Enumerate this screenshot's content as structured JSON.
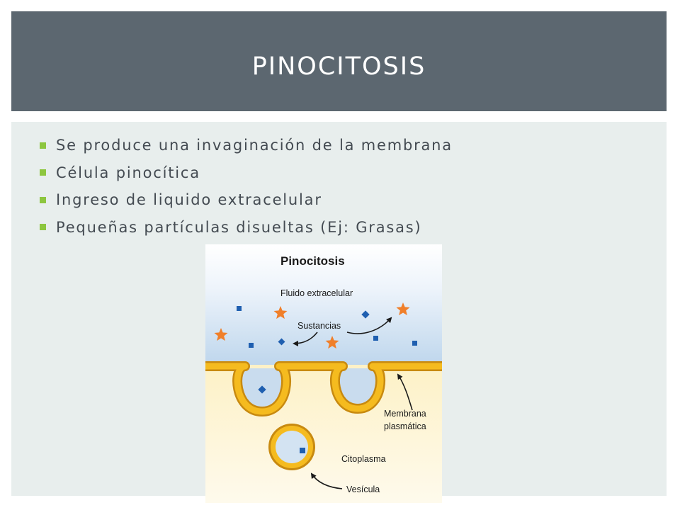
{
  "slide": {
    "title": "PINOCITOSIS",
    "bullets": [
      "Se produce una invaginación de la membrana",
      "Célula pinocítica",
      "Ingreso de liquido extracelular",
      "Pequeñas partículas disueltas (Ej: Grasas)"
    ],
    "bullet_color": "#8dc63f",
    "title_band_color": "#5c6770",
    "content_background": "#e8eeed"
  },
  "figure": {
    "title": "Pinocitosis",
    "labels": {
      "fluid": "Fluido extracelular",
      "substances": "Sustancias",
      "membrane_line1": "Membrana",
      "membrane_line2": "plasmática",
      "cytoplasm": "Citoplasma",
      "vesicle": "Vesícula"
    },
    "colors": {
      "extracellular": "#c9dcee",
      "cytoplasm": "#fdf6d6",
      "membrane": "#f5bb1f",
      "membrane_edge": "#c88a10",
      "star": "#f07f2a",
      "square": "#1f5fb0"
    }
  }
}
